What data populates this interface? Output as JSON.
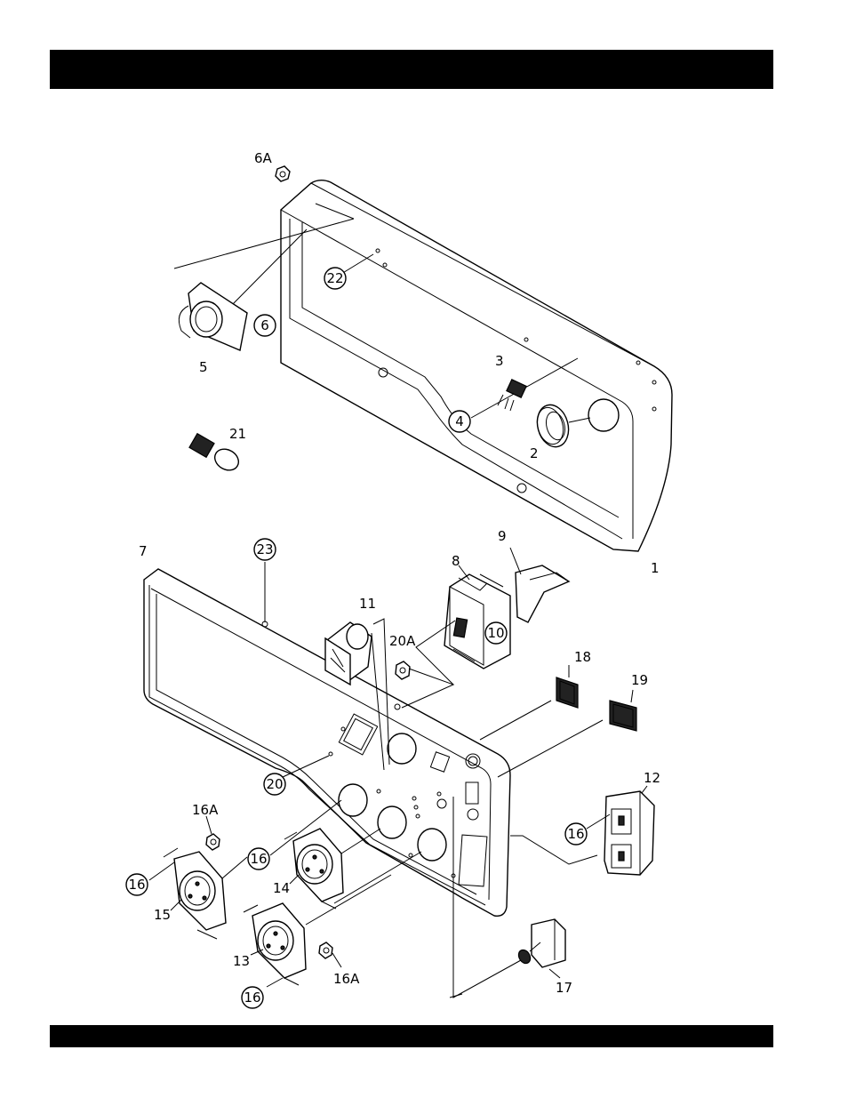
{
  "labels": {
    "l6A": "6A",
    "l22": "22",
    "l6": "6",
    "l5": "5",
    "l3": "3",
    "l4": "4",
    "l2": "2",
    "l21": "21",
    "l1": "1",
    "l7": "7",
    "l23": "23",
    "l9": "9",
    "l8": "8",
    "l11": "11",
    "l20A": "20A",
    "l10": "10",
    "l18": "18",
    "l19": "19",
    "l20": "20",
    "l12": "12",
    "l16A_top": "16A",
    "l16_right": "16",
    "l16_a": "16",
    "l16_b": "16",
    "l14": "14",
    "l15": "15",
    "l13": "13",
    "l16A_bottom": "16A",
    "l16_c": "16",
    "l17": "17"
  }
}
